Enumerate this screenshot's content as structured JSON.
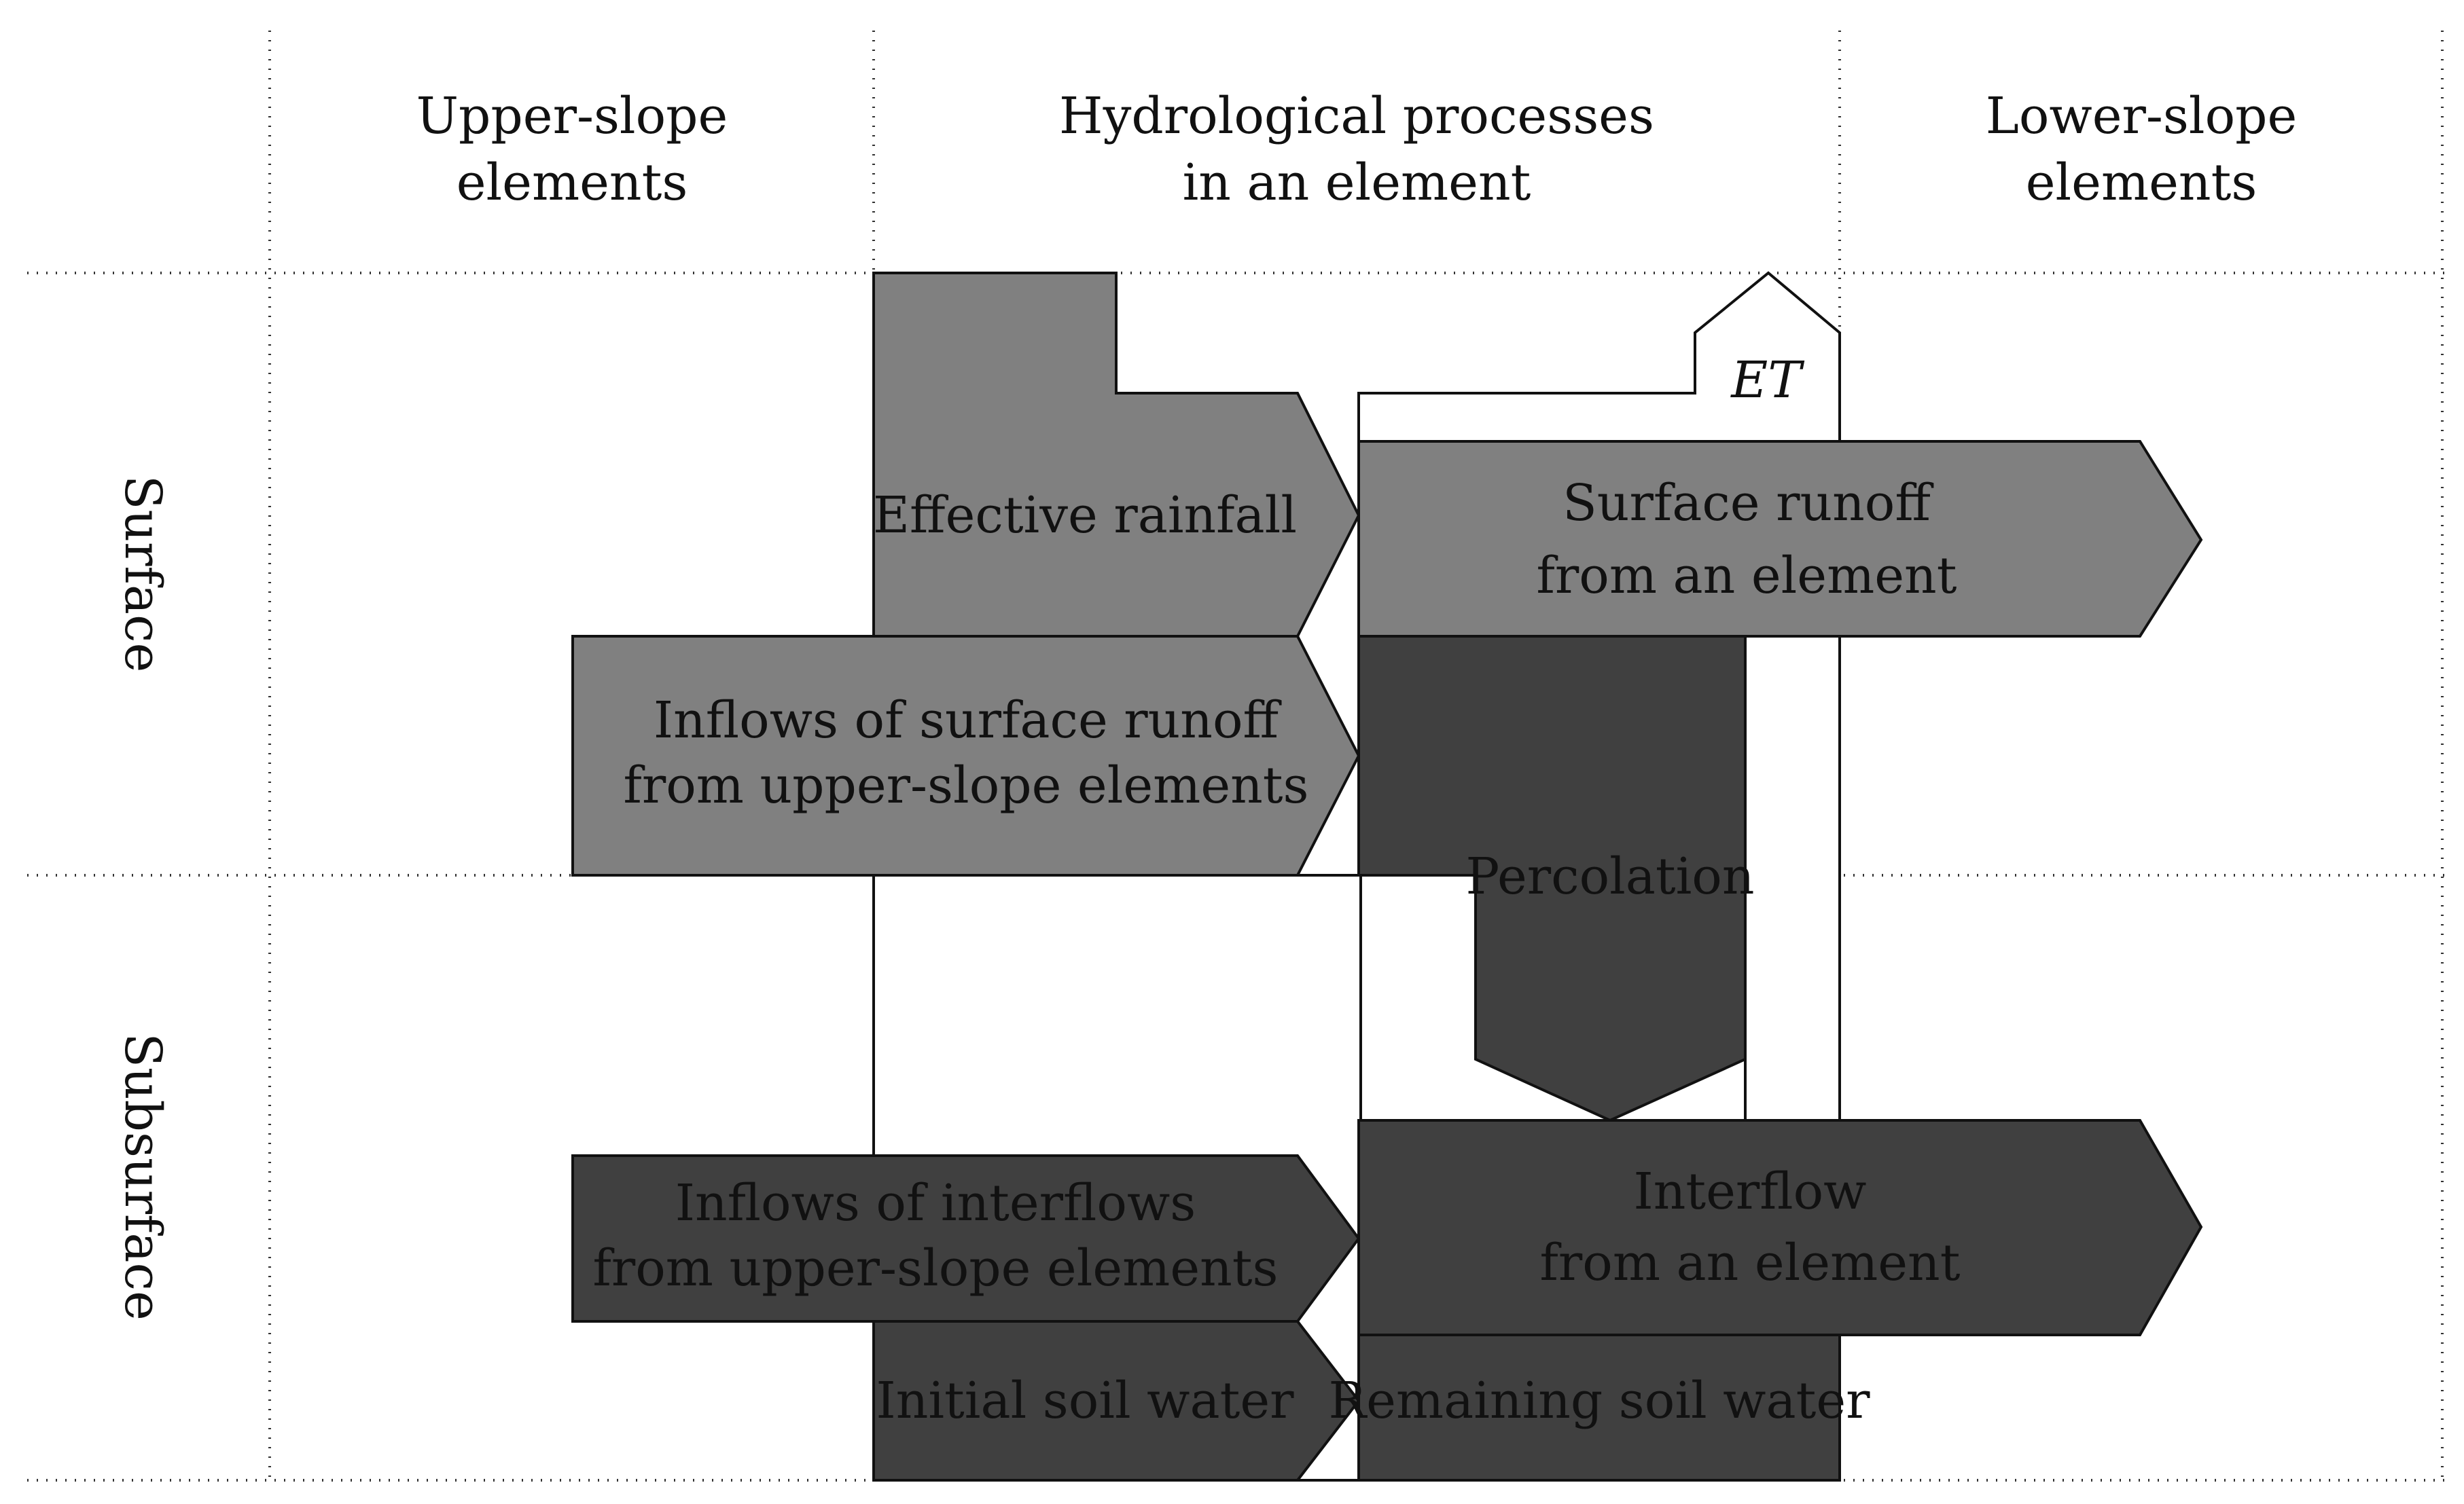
{
  "columns": {
    "upper": [
      "Upper-slope",
      "elements"
    ],
    "middle": [
      "Hydrological processes",
      "in an element"
    ],
    "lower": [
      "Lower-slope",
      "elements"
    ]
  },
  "rows": {
    "surface": "Surface",
    "subsurface": "Subsurface"
  },
  "boxes": {
    "effective_rainfall": [
      "Effective rainfall"
    ],
    "surface_runoff": [
      "Surface runoff",
      "from an element"
    ],
    "inflows_surface": [
      "Inflows of surface runoff",
      "from upper-slope elements"
    ],
    "percolation": [
      "Percolation"
    ],
    "et": [
      "ET"
    ],
    "inflows_interflow": [
      "Inflows of interflows",
      "from upper-slope elements"
    ],
    "interflow": [
      "Interflow",
      "from an element"
    ],
    "initial_soil_water": [
      "Initial soil water"
    ],
    "remaining_soil_water": [
      "Remaining soil water"
    ]
  },
  "colors": {
    "light_gray": "#808080",
    "dark_gray": "#404040",
    "outline": "#111111",
    "background": "#ffffff"
  }
}
